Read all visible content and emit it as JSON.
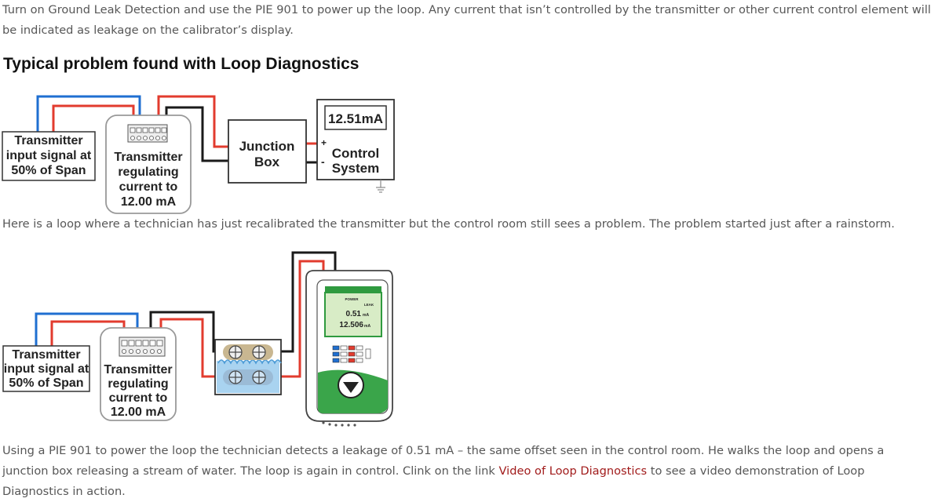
{
  "intro_text": "Turn on Ground Leak Detection and use the PIE 901 to power up the loop. Any current that isn’t controlled by the transmitter or other current control element will be indicated as leakage on the calibrator’s display.",
  "section_heading": "Typical problem found with Loop Diagnostics",
  "diagram1": {
    "transmitter_input_lines": [
      "Transmitter",
      "input signal at",
      "50% of Span"
    ],
    "transmitter_regulating_lines": [
      "Transmitter",
      "regulating",
      "current to",
      "12.00 mA"
    ],
    "junction_box_lines": [
      "Junction",
      "Box"
    ],
    "control_system_lines": [
      "Control",
      "System"
    ],
    "display_value": "12.51mA",
    "plus_sign": "+",
    "minus_sign": "-"
  },
  "middle_text": "Here is a loop where a technician has just recalibrated the transmitter but the control room still sees a problem. The problem started just after a rainstorm.",
  "diagram2": {
    "transmitter_input_lines": [
      "Transmitter",
      "input signal at",
      "50% of Span"
    ],
    "transmitter_regulating_lines": [
      "Transmitter",
      "regulating",
      "current to",
      "12.00 mA"
    ],
    "calibrator": {
      "leak_value": "0.51",
      "leak_unit": "mA",
      "loop_value": "12.506",
      "loop_unit": "mA",
      "power_label": "POWER",
      "leak_label": "LEAK"
    }
  },
  "closing_text_before_link": "Using a PIE 901 to power the loop the technician detects a leakage of 0.51 mA – the same offset seen in the control room. He walks the loop and opens a junction box releasing a stream of water. The loop is again in control. Clink on the link ",
  "closing_link_text": "Video of Loop Diagnostics",
  "closing_text_after_link": " to see a video demonstration of Loop Diagnostics in action.",
  "colors": {
    "wire_red": "#e23b2e",
    "wire_blue": "#1f6fd1",
    "wire_black": "#1a1a1a",
    "link": "#a11b1b"
  }
}
